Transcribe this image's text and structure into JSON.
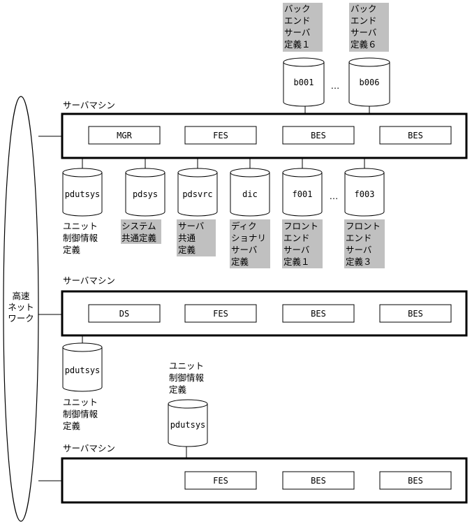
{
  "network": {
    "label_lines": [
      "高速",
      "ネット",
      "ワーク"
    ]
  },
  "machines": [
    {
      "label": "サーバマシン",
      "servers": [
        "MGR",
        "FES",
        "BES",
        "BES"
      ]
    },
    {
      "label": "サーバマシン",
      "servers": [
        "DS",
        "FES",
        "BES",
        "BES"
      ]
    },
    {
      "label": "サーバマシン",
      "servers": [
        "FES",
        "BES",
        "BES"
      ]
    }
  ],
  "backend_defs": [
    {
      "lines": [
        "バック",
        "エンド",
        "サーバ",
        "定義１"
      ],
      "highlight": true
    },
    {
      "lines": [
        "バック",
        "エンド",
        "サーバ",
        "定義６"
      ],
      "highlight": true
    }
  ],
  "top_cylinders": [
    "b001",
    "b006"
  ],
  "ellipsis": "…",
  "m1_cylinders": [
    "pdutsys",
    "pdsys",
    "pdsvrc",
    "dic",
    "f001",
    "f003"
  ],
  "m1_defs": [
    {
      "lines": [
        "ユニット",
        "制御情報",
        "定義"
      ],
      "highlight": false
    },
    {
      "lines": [
        "システム",
        "共通定義"
      ],
      "highlight": true
    },
    {
      "lines": [
        "サーバ",
        "共通",
        "定義"
      ],
      "highlight": true
    },
    {
      "lines": [
        "ディク",
        "ショナリ",
        "サーバ",
        "定義"
      ],
      "highlight": true
    },
    {
      "lines": [
        "フロント",
        "エンド",
        "サーバ",
        "定義１"
      ],
      "highlight": true
    },
    {
      "lines": [
        "フロント",
        "エンド",
        "サーバ",
        "定義３"
      ],
      "highlight": true
    }
  ],
  "m2_cylinder": "pdutsys",
  "m2_def": {
    "lines": [
      "ユニット",
      "制御情報",
      "定義"
    ],
    "highlight": false
  },
  "m3_cylinder": "pdutsys",
  "m3_def": {
    "lines": [
      "ユニット",
      "制御情報",
      "定義"
    ],
    "highlight": false
  }
}
